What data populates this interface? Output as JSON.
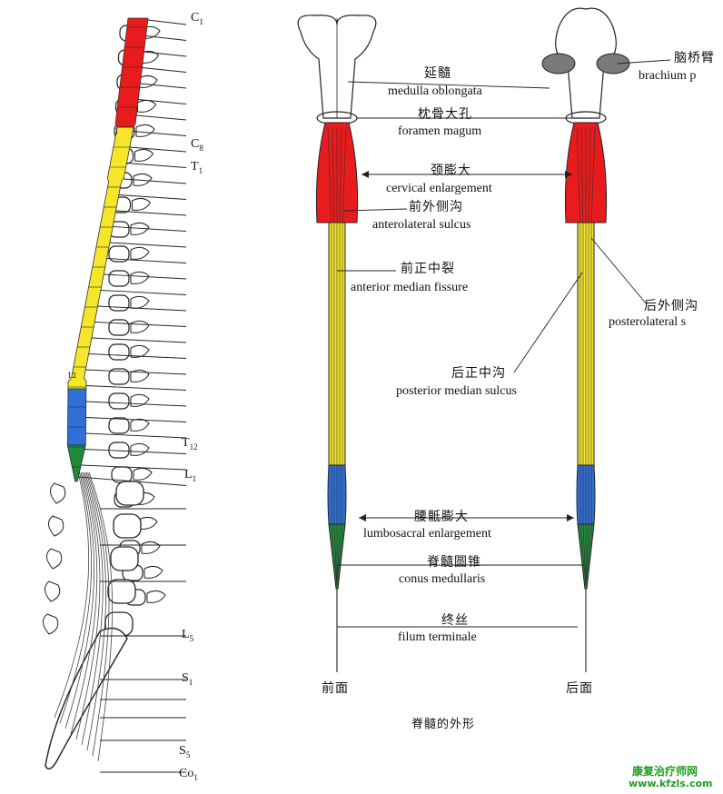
{
  "colors": {
    "cervical": "#e81c1c",
    "thoracic": "#f5e62a",
    "lumbar": "#2f6fd6",
    "sacral": "#1f8a3a",
    "watermark": "#1f9d1f"
  },
  "segment_labels": [
    {
      "letter": "C",
      "sub": "1"
    },
    {
      "letter": "C",
      "sub": "8"
    },
    {
      "letter": "T",
      "sub": "1"
    },
    {
      "letter": "T",
      "sub": "12"
    },
    {
      "letter": "L",
      "sub": "1"
    },
    {
      "letter": "L",
      "sub": "5"
    },
    {
      "letter": "S",
      "sub": "1"
    },
    {
      "letter": "S",
      "sub": "5"
    },
    {
      "letter": "Co",
      "sub": "1"
    }
  ],
  "cord_numbers": [
    "1",
    "12"
  ],
  "structures": [
    {
      "cn": "延髓",
      "en": "medulla oblongata"
    },
    {
      "cn": "枕骨大孔",
      "en": "foramen magum"
    },
    {
      "cn": "颈膨大",
      "en": "cervical enlargement"
    },
    {
      "cn": "前外侧沟",
      "en": "anterolateral sulcus"
    },
    {
      "cn": "前正中裂",
      "en": "anterior median fissure"
    },
    {
      "cn": "后外侧沟",
      "en": "posterolateral s"
    },
    {
      "cn": "后正中沟",
      "en": "posterior median sulcus"
    },
    {
      "cn": "腰骶膨大",
      "en": "lumbosacral enlargement"
    },
    {
      "cn": "脊髓圆锥",
      "en": "conus medullaris"
    },
    {
      "cn": "终丝",
      "en": "filum terminale"
    },
    {
      "cn": "脑桥臂",
      "en": "brachium p"
    }
  ],
  "views": {
    "front": "前面",
    "back": "后面"
  },
  "caption": "脊髓的外形",
  "watermark": {
    "line1": "康复治疗师网",
    "line2": "www.kfzls.com"
  }
}
